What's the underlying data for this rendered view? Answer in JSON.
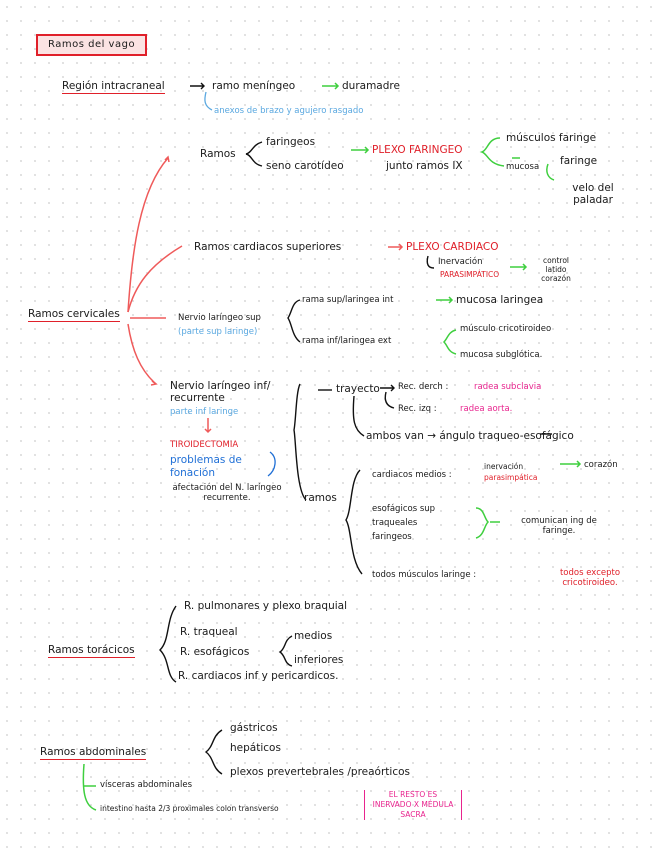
{
  "title": "Ramos del vago",
  "intracraneal": {
    "region": "Región intracraneal",
    "ramo": "ramo meníngeo",
    "dest": "duramadre",
    "note": "anexos de brazo y agujero rasgado"
  },
  "ramos_group": {
    "label": "Ramos",
    "faringeos": "faringeos",
    "seno": "seno carotídeo",
    "plexo": "PLEXO FARINGEO",
    "junto": "junto ramos IX",
    "musculos": "músculos faringe",
    "mucosa": "mucosa",
    "faringe": "faringe",
    "velo": "velo del paladar"
  },
  "cardiacos_sup": {
    "label": "Ramos cardiacos superiores",
    "plexo": "PLEXO CARDIACO",
    "inervacion": "Inervación",
    "parasimpatico": "PARASIMPÁTICO",
    "control": "control latido corazón"
  },
  "cervicales": {
    "label": "Ramos cervicales",
    "nervio_sup": "Nervio laríngeo sup",
    "nervio_sup_note": "(parte sup laringe)",
    "rama_sup": "rama sup/laringea int",
    "rama_sup_dest": "mucosa laringea",
    "rama_inf": "rama inf/laringea ext",
    "musculo_crico": "músculo cricotiroideo",
    "mucosa_sub": "mucosa subglótica.",
    "nervio_inf": "Nervio laríngeo inf/ recurrente",
    "nervio_inf_note": "parte inf laringe",
    "tiroidectomia": "TIROIDECTOMIA",
    "problemas": "problemas de fonación",
    "afectacion": "afectación del N. laríngeo recurrente.",
    "trayecto": "trayecto",
    "rec_derch": "Rec. derch :",
    "rec_derch_v": "radea subclavia",
    "rec_izq": "Rec. izq :",
    "rec_izq_v": "radea aorta.",
    "ambos": "ambos van → ángulo traqueo-esofágico",
    "ramos": "ramos",
    "card_medios": "cardiacos medios :",
    "inervacion": "inervación",
    "parasimpatica": "parasimpática",
    "corazon": "corazón",
    "esofagicos": "esofágicos sup",
    "traqueales": "traqueales",
    "faringeos": "faringeos",
    "comunican": "comunican ing de faringe.",
    "todos": "todos músculos laringe :",
    "todos_v": "todos excepto cricotiroideo."
  },
  "toracicos": {
    "label": "Ramos torácicos",
    "pulmonares": "R. pulmonares y plexo braquial",
    "traqueal": "R. traqueal",
    "esofagicos": "R. esofágicos",
    "medios": "medios",
    "inferiores": "inferiores",
    "cardiacos": "R. cardiacos inf y pericardicos."
  },
  "abdominales": {
    "label": "Ramos abdominales",
    "gastricos": "gástricos",
    "hepaticos": "hepáticos",
    "plexos": "plexos prevertebrales /preaórticos",
    "visceras": "vísceras abdominales",
    "intestino": "intestino hasta 2/3 proximales colon transverso",
    "resto": "EL RESTO ES INERVADO X MÉDULA SACRA"
  }
}
